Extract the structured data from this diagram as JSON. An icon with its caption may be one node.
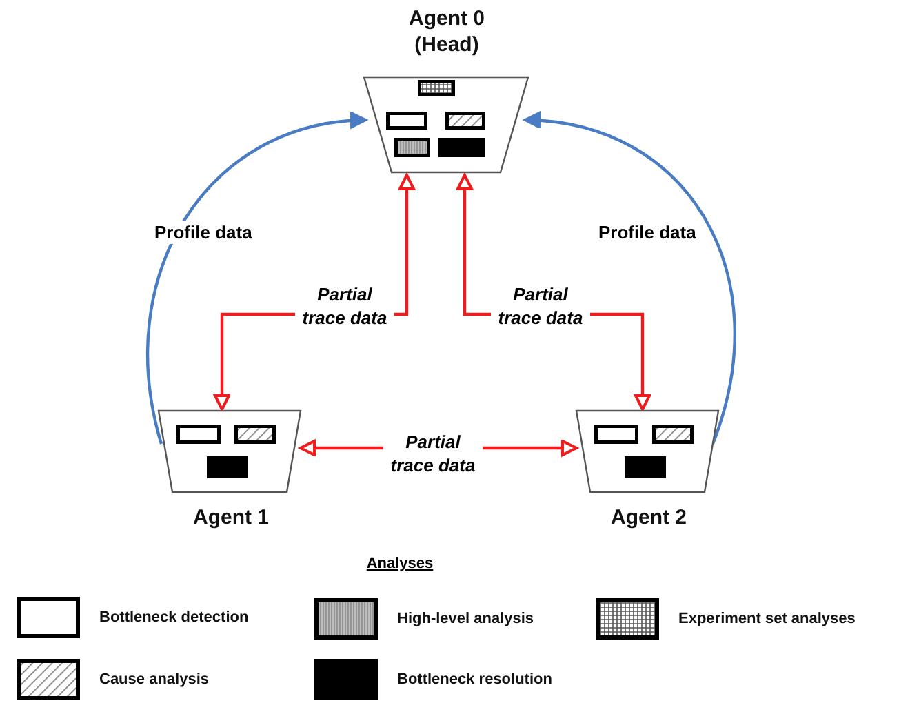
{
  "diagram": {
    "nodes": [
      {
        "text": [
          "Agent 0 (Head)"
        ]
      },
      {
        "text": [
          "Agent 1"
        ]
      },
      {
        "text": [
          "Agent 2"
        ]
      }
    ],
    "edges": [
      {
        "from": 1,
        "to": 0,
        "arrow": "to",
        "label": "Profile data",
        "color": "#4a7cc4"
      },
      {
        "from": 0,
        "to": 1,
        "arrow": "both",
        "label": "Partial trace data"
      },
      {
        "from": 0,
        "to": 2,
        "arrow": "both",
        "label": "Partial trace data"
      },
      {
        "from": 1,
        "to": 2,
        "arrow": "both",
        "label": "Partial trace data"
      },
      {
        "from": 2,
        "to": 0,
        "arrow": "to",
        "label": "Profile data",
        "color": "#4a7cc4"
      }
    ],
    "labels": [
      "Analyses"
    ],
    "legend": [
      {
        "text": "Bottleneck detection"
      },
      {
        "text": "High-level analysis"
      },
      {
        "text": "Experiment set analyses"
      },
      {
        "text": "Cause analysis"
      },
      {
        "text": "Bottleneck resolution"
      }
    ]
  }
}
